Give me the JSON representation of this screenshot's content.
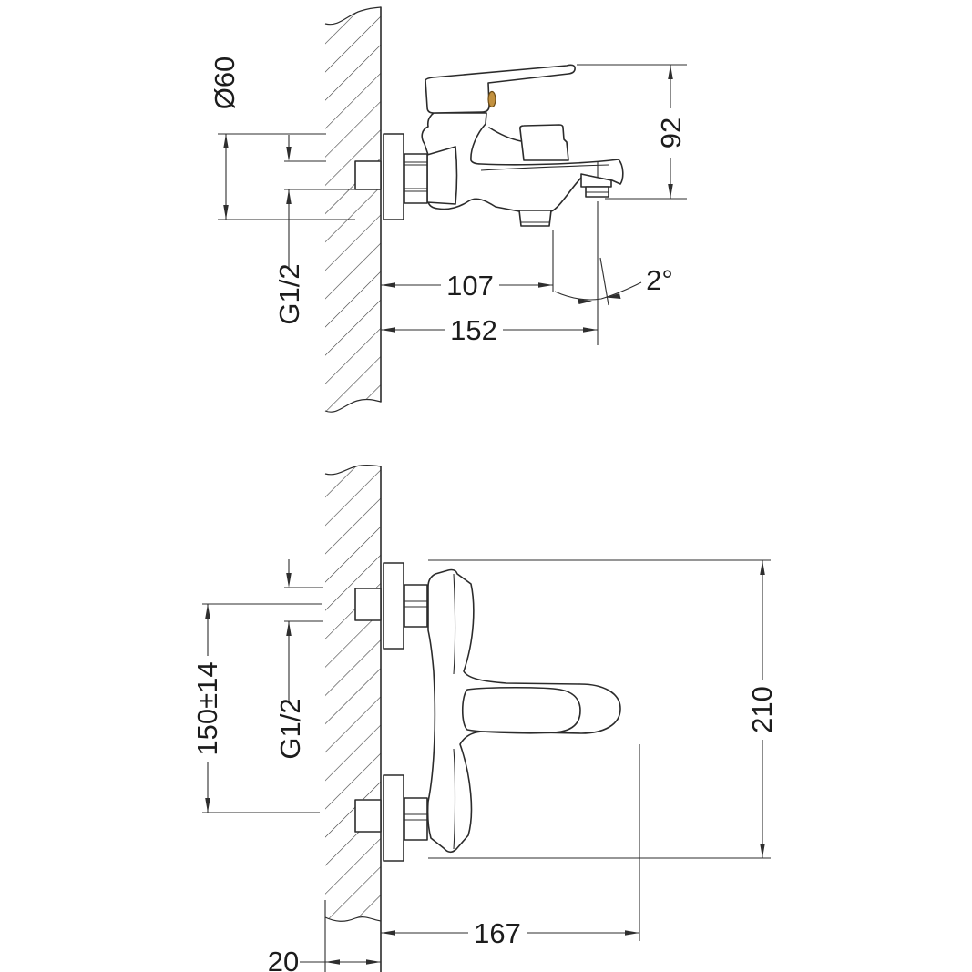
{
  "side_view": {
    "flange_diameter_label": "Ø60",
    "thread_label": "G1/2",
    "height_label": "92",
    "spout_reach_label": "107",
    "outlet_reach_label": "152",
    "angle_label": "2°"
  },
  "plan_view": {
    "centers_label": "150±14",
    "thread_label": "G1/2",
    "width_label": "210",
    "reach_label": "167",
    "wall_thickness_label": "20"
  },
  "colors": {
    "line": "#2b2b2b",
    "dim": "#2e2e2e",
    "hatch": "#3c3c3c",
    "text": "#1c1c1c",
    "indicator": "#c2913f",
    "background": "#ffffff"
  }
}
